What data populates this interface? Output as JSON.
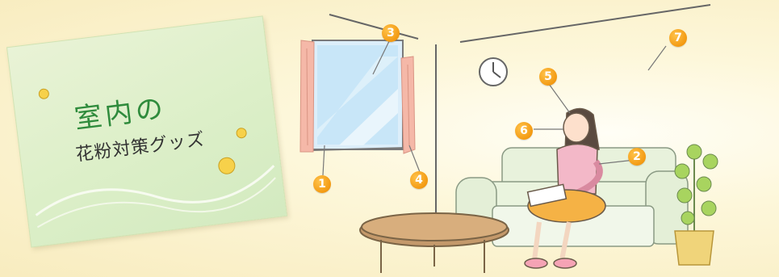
{
  "card": {
    "title": "室内の",
    "subtitle": "花粉対策グッズ"
  },
  "markers": [
    "1",
    "2",
    "3",
    "4",
    "5",
    "6",
    "7"
  ],
  "colors": {
    "background": "#fdf7da",
    "card": "#dcefc8",
    "title_green": "#2f8b3c",
    "marker_orange": "#f39a12"
  }
}
